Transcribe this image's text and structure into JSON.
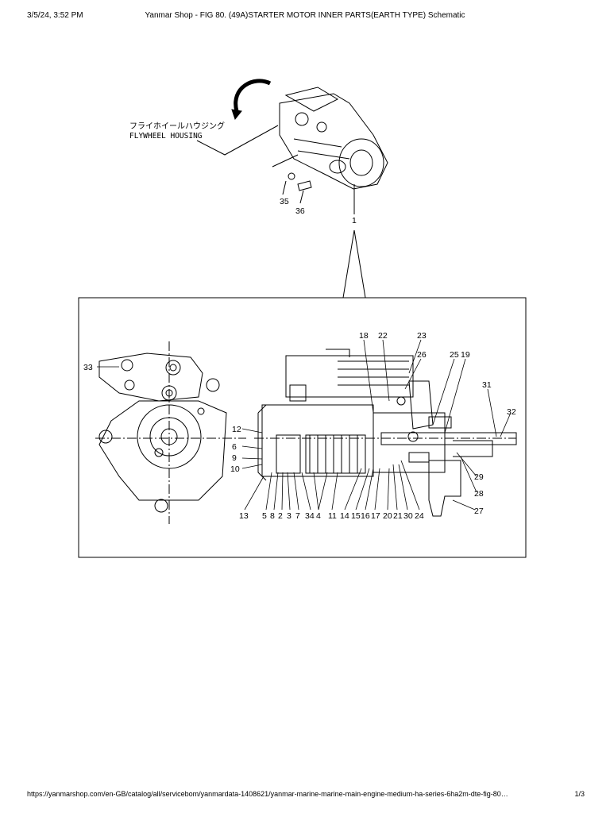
{
  "header": {
    "datetime": "3/5/24, 3:52 PM",
    "title": "Yanmar Shop - FIG 80. (49A)STARTER MOTOR INNER PARTS(EARTH TYPE) Schematic"
  },
  "footer": {
    "url": "https://yanmarshop.com/en-GB/catalog/all/servicebom/yanmardata-1408621/yanmar-marine-marine-main-engine-medium-ha-series-6ha2m-dte-fig-80…",
    "page": "1/3"
  },
  "diagram": {
    "flywheel_jp": "フライホイールハウジング",
    "flywheel_en": "FLYWHEEL HOUSING",
    "callouts_top": [
      "35",
      "36",
      "1"
    ],
    "callouts_detail": [
      "33",
      "12",
      "6",
      "9",
      "10",
      "13",
      "5",
      "8",
      "2",
      "3",
      "7",
      "34",
      "4",
      "11",
      "14",
      "15",
      "16",
      "17",
      "20",
      "21",
      "30",
      "24",
      "18",
      "22",
      "23",
      "26",
      "25",
      "19",
      "31",
      "32",
      "29",
      "28",
      "27"
    ]
  }
}
